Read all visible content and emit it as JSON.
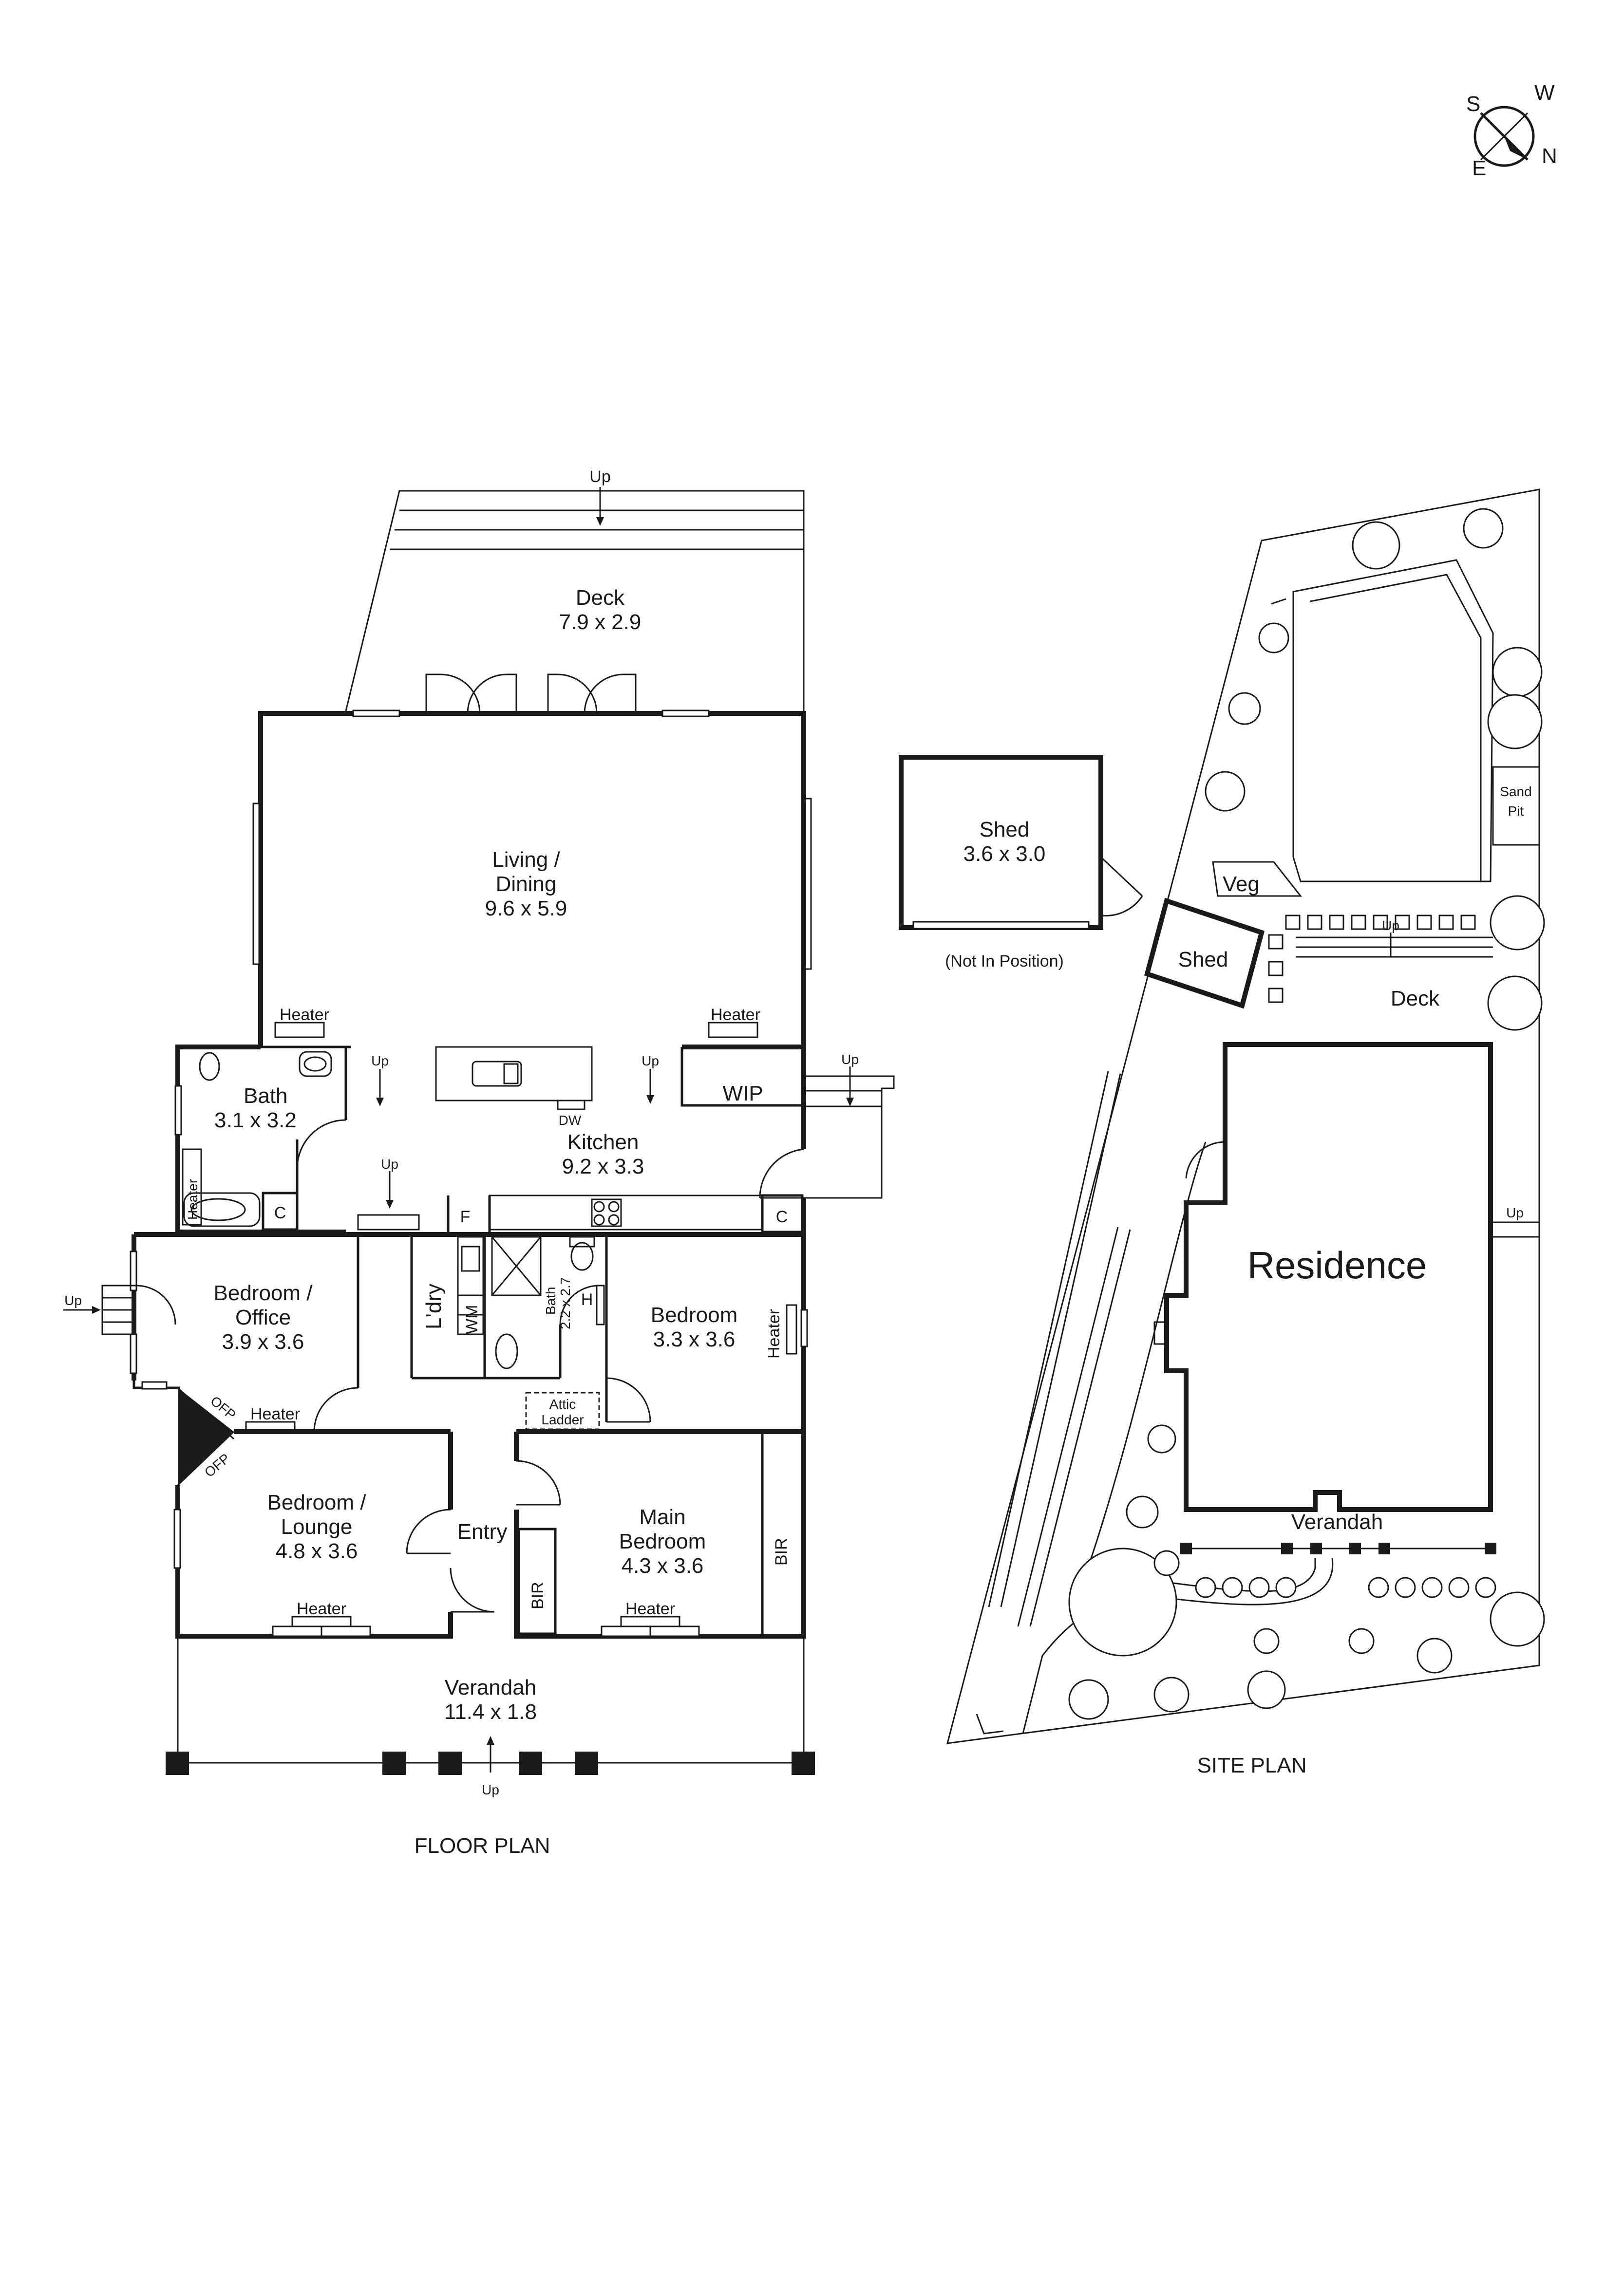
{
  "compass": {
    "s": "S",
    "w": "W",
    "e": "E",
    "n": "N"
  },
  "floor_plan": {
    "caption": "FLOOR PLAN",
    "deck": {
      "name": "Deck",
      "size": "7.9 x 2.9",
      "up": "Up"
    },
    "living": {
      "line1": "Living /",
      "line2": "Dining",
      "size": "9.6 x 5.9"
    },
    "kitchen": {
      "name": "Kitchen",
      "size": "9.2 x 3.3",
      "dw": "DW"
    },
    "wip": "WIP",
    "bath": {
      "name": "Bath",
      "size": "3.1 x 3.2"
    },
    "bath2": {
      "name": "Bath",
      "size": "2.2 x 2.7",
      "h": "H"
    },
    "bedroom_office": {
      "line1": "Bedroom /",
      "line2": "Office",
      "size": "3.9 x 3.6"
    },
    "bedroom": {
      "name": "Bedroom",
      "size": "3.3 x 3.6"
    },
    "bedroom_lounge": {
      "line1": "Bedroom /",
      "line2": "Lounge",
      "size": "4.8 x 3.6"
    },
    "main_bedroom": {
      "line1": "Main",
      "line2": "Bedroom",
      "size": "4.3 x 3.6"
    },
    "entry": "Entry",
    "laundry": "L'dry",
    "wm": "WM",
    "bir": "BIR",
    "ofp": "OFP",
    "attic": {
      "line1": "Attic",
      "line2": "Ladder"
    },
    "verandah": {
      "name": "Verandah",
      "size": "11.4 x 1.8"
    },
    "heater": "Heater",
    "up": "Up",
    "cupboard": "C",
    "fridge": "F"
  },
  "shed": {
    "name": "Shed",
    "size": "3.6 x 3.0",
    "note": "(Not In Position)"
  },
  "site_plan": {
    "caption": "SITE PLAN",
    "residence": "Residence",
    "deck": "Deck",
    "verandah": "Verandah",
    "shed": "Shed",
    "veg": "Veg",
    "sand_pit": {
      "line1": "Sand",
      "line2": "Pit"
    },
    "up": "Up"
  }
}
